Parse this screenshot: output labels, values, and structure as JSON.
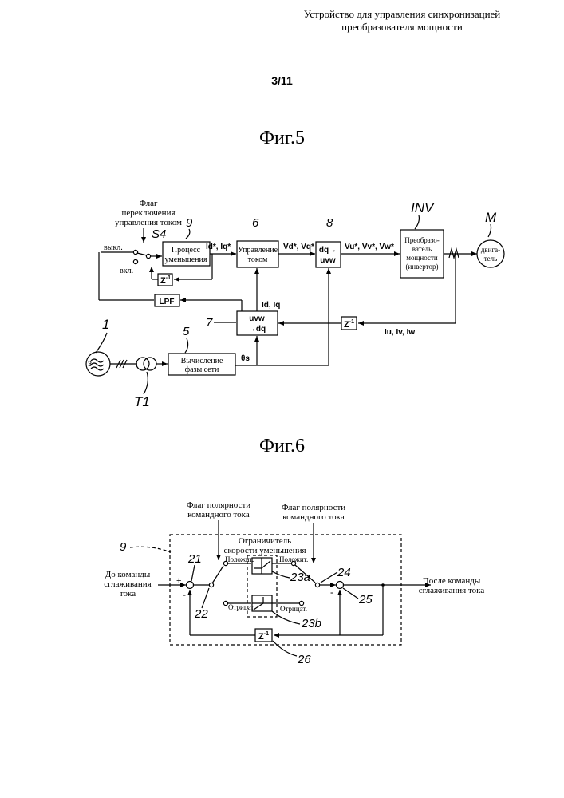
{
  "header": {
    "title_line1": "Устройство для управления синхронизацией",
    "title_line2": "преобразователя мощности",
    "page_number": "3/11"
  },
  "fig5": {
    "title": "Фиг.5",
    "flag_line1": "Флаг",
    "flag_line2": "переключения",
    "flag_line3": "управления током",
    "ref_switch": "S4",
    "off_label": "выкл.",
    "on_label": "вкл.",
    "ref_reduction": "9",
    "reduction_line1": "Процесс",
    "reduction_line2": "уменьшения",
    "id_iq_cmd": "Id*, Iq*",
    "ref_current_ctrl": "6",
    "current_ctrl_line1": "Управление",
    "current_ctrl_line2": "током",
    "vd_vq_cmd": "Vd*, Vq*",
    "ref_dq_uvw": "8",
    "dq_uvw_line1": "dq→",
    "dq_uvw_line2": "uvw",
    "vuvw_cmd": "Vu*, Vv*, Vw*",
    "ref_inverter": "INV",
    "inverter_line1": "Преобразо-",
    "inverter_line2": "ватель",
    "inverter_line3": "мощности",
    "inverter_line4": "(инвертор)",
    "ref_motor": "M",
    "motor_line1": "двига-",
    "motor_line2": "тель",
    "z_delay": "Z",
    "z_exp": "-1",
    "lpf": "LPF",
    "id_iq": "Id, Iq",
    "ref_uvw_dq": "7",
    "uvw_dq_line1": "uvw",
    "uvw_dq_line2": "→dq",
    "iu_iv_iw": "Iu, Iv, Iw",
    "ref_grid": "1",
    "grid_phase_label": "3",
    "ref_transformer": "T1",
    "ref_phase_calc": "5",
    "phase_calc_line1": "Вычисление",
    "phase_calc_line2": "фазы сети",
    "theta_s": "θs"
  },
  "fig6": {
    "title": "Фиг.6",
    "flag_left_line1": "Флаг полярности",
    "flag_left_line2": "командного тока",
    "flag_right_line1": "Флаг полярности",
    "flag_right_line2": "командного тока",
    "limiter_line1": "Ограничитель",
    "limiter_line2": "скорости уменьшения",
    "ref_block": "9",
    "ref_21": "21",
    "ref_22": "22",
    "ref_23a": "23a",
    "ref_23b": "23b",
    "ref_24": "24",
    "ref_25": "25",
    "ref_26": "26",
    "pos_left": "Положит.",
    "pos_right": "Положит.",
    "neg_left": "Отрицат.",
    "neg_right": "Отрицат.",
    "input_line1": "До команды",
    "input_line2": "сглаживания",
    "input_line3": "тока",
    "output_line1": "После команды",
    "output_line2": "сглаживания тока",
    "plus": "+",
    "minus": "-",
    "z_delay": "Z",
    "z_exp": "-1"
  }
}
